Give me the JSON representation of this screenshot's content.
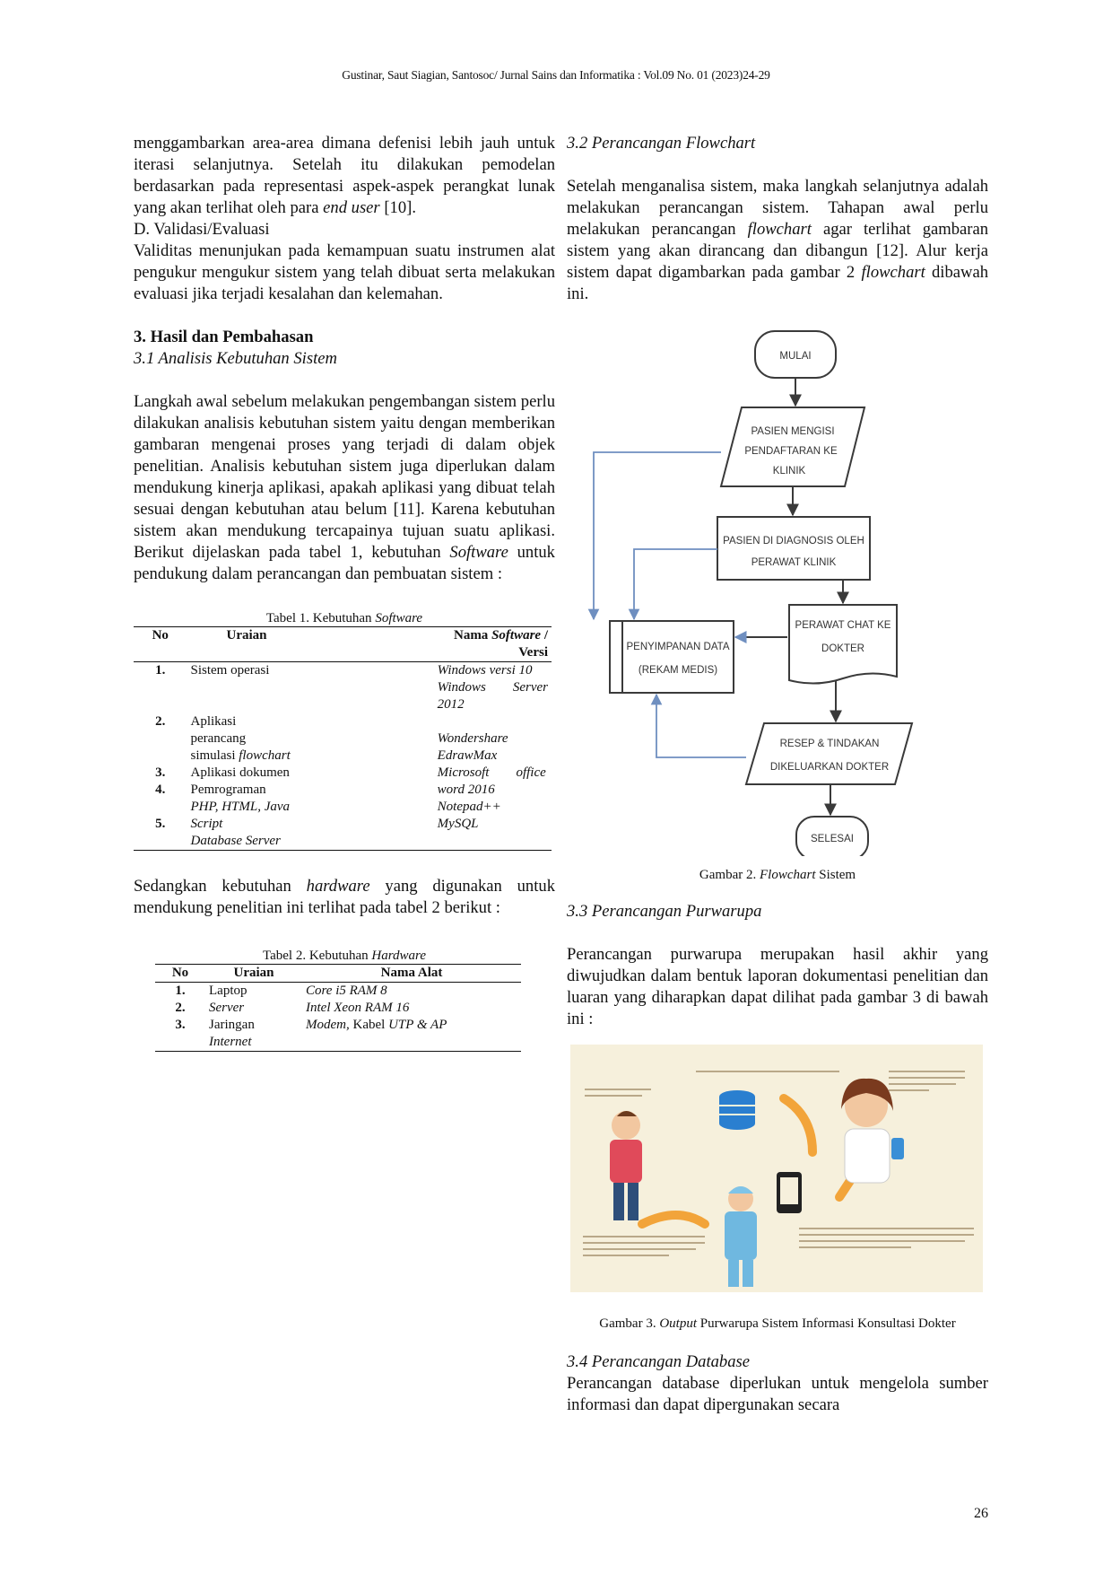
{
  "running_head": "Gustinar, Saut Siagian, Santosoc/ Jurnal Sains dan Informatika : Vol.09 No. 01 (2023)24-29",
  "left": {
    "p1_a": "menggambarkan area-area dimana defenisi lebih jauh untuk iterasi selanjutnya. Setelah itu dilakukan pemodelan berdasarkan pada representasi aspek-aspek perangkat lunak yang akan terlihat oleh para ",
    "p1_it": "end user",
    "p1_b": " [10].",
    "d_heading": "D.   Validasi/Evaluasi",
    "p2": "Validitas menunjukan pada kemampuan suatu instrumen alat pengukur mengukur sistem yang telah dibuat serta melakukan evaluasi jika terjadi kesalahan dan kelemahan.",
    "h3": "3.  Hasil dan Pembahasan",
    "h31": "3.1  Analisis Kebutuhan Sistem",
    "p3_a": "Langkah awal sebelum melakukan pengembangan sistem perlu dilakukan analisis kebutuhan sistem yaitu dengan memberikan gambaran mengenai proses yang terjadi di dalam objek penelitian. Analisis kebutuhan sistem juga diperlukan dalam mendukung kinerja aplikasi, apakah aplikasi yang dibuat telah sesuai dengan kebutuhan atau belum [11]. Karena kebutuhan sistem akan mendukung tercapainya tujuan suatu aplikasi. Berikut dijelaskan pada tabel 1, kebutuhan ",
    "p3_it": "Software",
    "p3_b": " untuk pendukung dalam perancangan dan pembuatan sistem :",
    "t1_caption_a": "Tabel 1. Kebutuhan ",
    "t1_caption_it": "Software",
    "t1_head_no": "No",
    "t1_head_uraian": "Uraian",
    "t1_head_nama_a": "Nama ",
    "t1_head_nama_it": "Software",
    "t1_head_nama_b": " / Versi",
    "t1_r1_no": "1.",
    "t1_r1_u": "Sistem operasi",
    "t1_r1_n1": "Windows versi 10",
    "t1_r1_n2": "Windows        Server",
    "t1_r1_n3": "2012",
    "t1_r2_no": "2.",
    "t1_r2_u1": "Aplikasi",
    "t1_r2_u2": "perancang",
    "t1_r2_u3a": "simulasi ",
    "t1_r2_u3it": "flowchart",
    "t1_r2_n1": "Wondershare",
    "t1_r2_n2": "EdrawMax",
    "t1_r3_no": "3.",
    "t1_r3_u": "Aplikasi dokumen",
    "t1_r3_n": "Microsoft        office",
    "t1_r4_no": "4.",
    "t1_r4_u1": "Pemrograman",
    "t1_r4_u2": "PHP, HTML, Java",
    "t1_r4_n1": "word 2016",
    "t1_r4_n2": "Notepad++",
    "t1_r5_no": "5.",
    "t1_r5_u1": "Script",
    "t1_r5_u2": "Database Server",
    "t1_r5_n": "MySQL",
    "p4_a": "Sedangkan kebutuhan ",
    "p4_it": "hardware",
    "p4_b": " yang digunakan untuk mendukung penelitian ini terlihat pada tabel 2 berikut :",
    "t2_caption_a": "Tabel 2. Kebutuhan ",
    "t2_caption_it": "Hardware",
    "t2_head_no": "No",
    "t2_head_uraian": "Uraian",
    "t2_head_nama": "Nama Alat",
    "t2_r1_no": "1.",
    "t2_r1_u": "Laptop",
    "t2_r1_n": "Core i5 RAM 8",
    "t2_r2_no": "2.",
    "t2_r2_u": "Server",
    "t2_r2_n": "Intel Xeon RAM 16",
    "t2_r3_no": "3.",
    "t2_r3_u1": "Jaringan",
    "t2_r3_u2": "Internet",
    "t2_r3_n_it": "Modem,",
    "t2_r3_n_b": " Kabel ",
    "t2_r3_n_it2": "UTP & AP"
  },
  "right": {
    "h32_a": "3.2  Perancangan ",
    "h32_it": "Flowchart",
    "p1_a": "Setelah menganalisa sistem, maka langkah selanjutnya adalah melakukan perancangan sistem. Tahapan awal perlu melakukan perancangan ",
    "p1_it": "flowchart",
    "p1_b": " agar terlihat gambaran sistem yang akan dirancang dan dibangun [12]. Alur kerja sistem dapat digambarkan pada gambar 2 ",
    "p1_it2": "flowchart",
    "p1_c": " dibawah ini.",
    "fc_mulai": "MULAI",
    "fc_pasien1": "PASIEN MENGISI",
    "fc_pasien2": "PENDAFTARAN KE",
    "fc_pasien3": "KLINIK",
    "fc_diag1": "PASIEN DI DIAGNOSIS OLEH",
    "fc_diag2": "PERAWAT KLINIK",
    "fc_chat1": "PERAWAT CHAT KE",
    "fc_chat2": "DOKTER",
    "fc_simpan1": "PENYIMPANAN DATA",
    "fc_simpan2": "(REKAM MEDIS)",
    "fc_resep1": "RESEP & TINDAKAN",
    "fc_resep2": "DIKELUARKAN DOKTER",
    "fc_selesai": "SELESAI",
    "g2_caption_a": "Gambar 2. ",
    "g2_caption_it": "Flowchart",
    "g2_caption_b": " Sistem",
    "h33": "3.3  Perancangan Purwarupa",
    "p2": "Perancangan purwarupa merupakan hasil akhir yang diwujudkan dalam bentuk laporan dokumentasi penelitian dan luaran yang diharapkan dapat dilihat pada gambar 3 di bawah ini :",
    "g3_caption_a": "Gambar 3. ",
    "g3_caption_it": "Output",
    "g3_caption_b": " Purwarupa Sistem Informasi Konsultasi Dokter",
    "h34": "3.4  Perancangan Database",
    "p3": "Perancangan database diperlukan untuk mengelola sumber informasi dan dapat dipergunakan secara"
  },
  "page_number": "26",
  "colors": {
    "flow_box": "#3a3a3a",
    "flow_arrow": "#6f8fc0",
    "illus_bg": "#f6f0dc",
    "arrow_orange": "#f2a43a",
    "db_blue": "#2a7fd0"
  }
}
